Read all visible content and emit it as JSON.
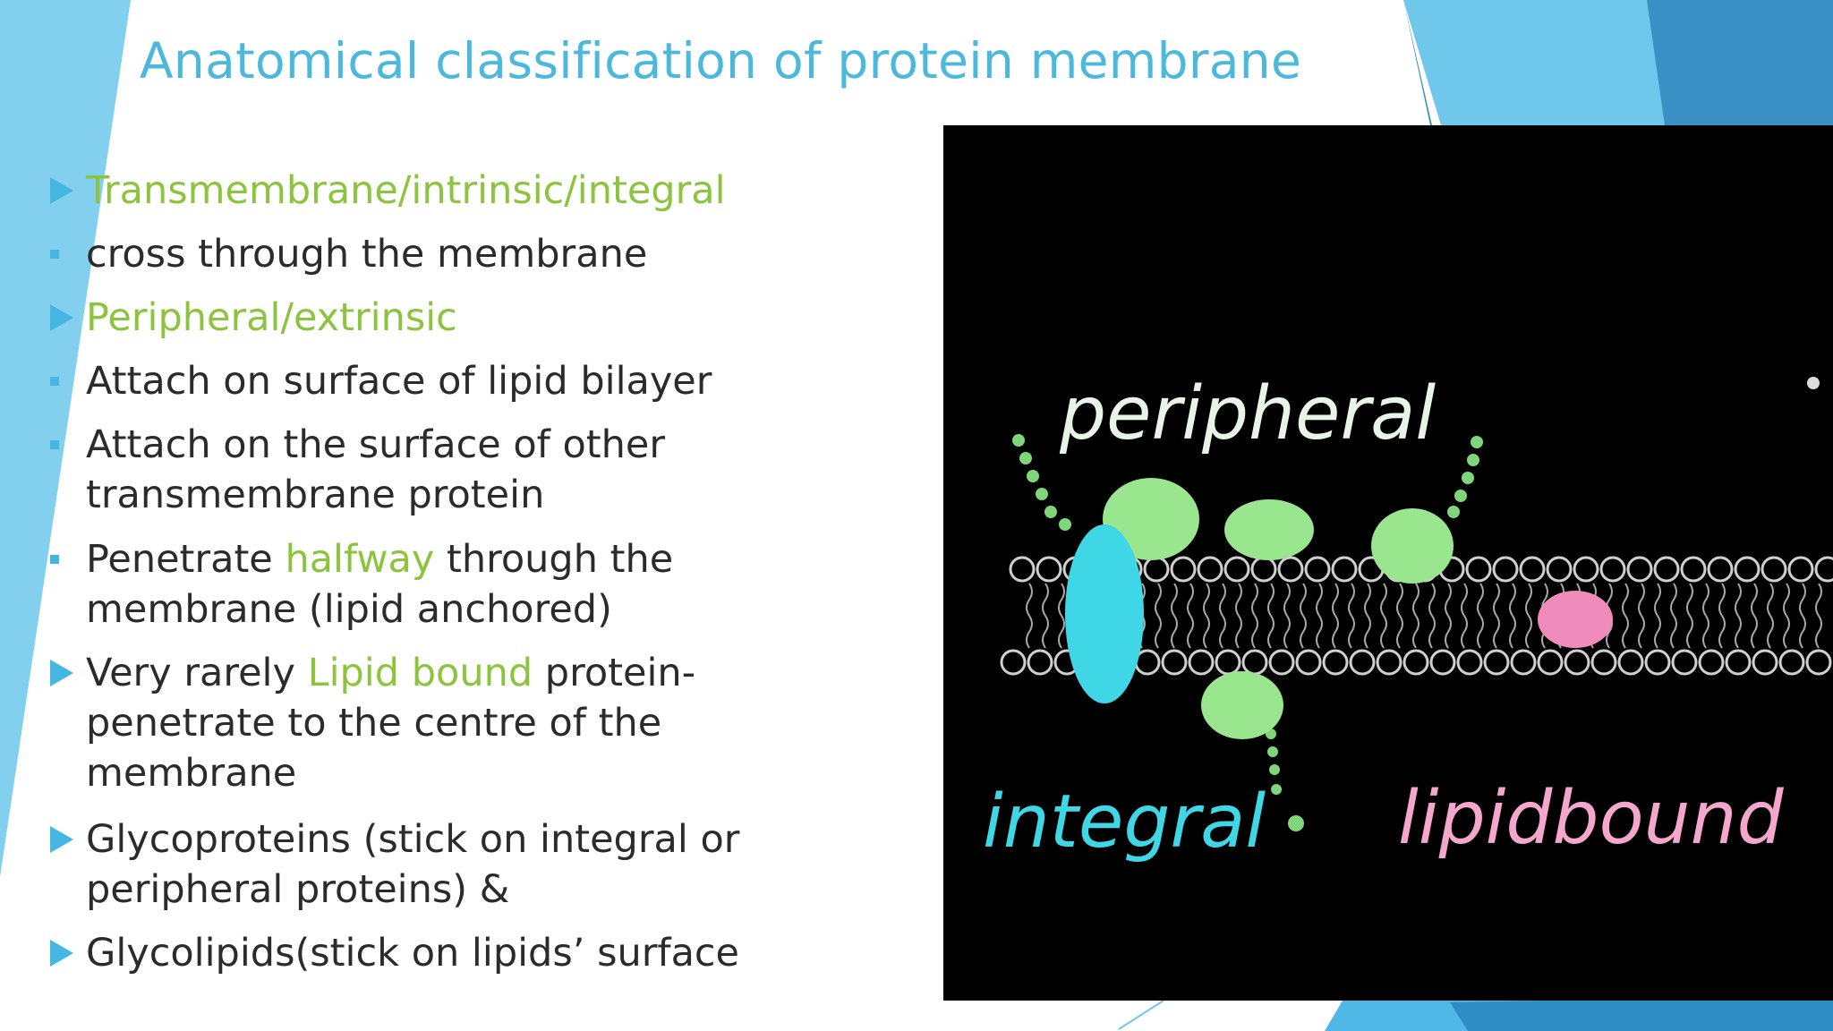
{
  "slide": {
    "title": "Anatomical classification of protein membrane",
    "bullets": [
      {
        "marker": "triangle",
        "lines": [
          [
            {
              "text": "Transmembrane/intrinsic/integral",
              "highlight": true
            }
          ]
        ]
      },
      {
        "marker": "square",
        "lines": [
          [
            {
              "text": "cross through the membrane",
              "highlight": false
            }
          ]
        ]
      },
      {
        "marker": "triangle",
        "lines": [
          [
            {
              "text": "Peripheral/extrinsic",
              "highlight": true
            }
          ]
        ]
      },
      {
        "marker": "square",
        "lines": [
          [
            {
              "text": "Attach on surface of lipid bilayer",
              "highlight": false
            }
          ]
        ]
      },
      {
        "marker": "square",
        "lines": [
          [
            {
              "text": "Attach on the surface of other",
              "highlight": false
            }
          ],
          [
            {
              "text": "transmembrane  protein",
              "highlight": false
            }
          ]
        ]
      },
      {
        "marker": "square",
        "lines": [
          [
            {
              "text": "Penetrate ",
              "highlight": false
            },
            {
              "text": "halfway",
              "highlight": true
            },
            {
              "text": " through the",
              "highlight": false
            }
          ],
          [
            {
              "text": "membrane (lipid anchored)",
              "highlight": false
            }
          ]
        ]
      },
      {
        "marker": "triangle",
        "lines": [
          [
            {
              "text": "Very rarely ",
              "highlight": false
            },
            {
              "text": "Lipid bound",
              "highlight": true
            },
            {
              "text": " protein-",
              "highlight": false
            }
          ],
          [
            {
              "text": "penetrate to the centre of the",
              "highlight": false
            }
          ],
          [
            {
              "text": "membrane",
              "highlight": false
            }
          ]
        ]
      },
      {
        "marker": "triangle",
        "lines": [
          [
            {
              "text": "Glycoproteins (stick on integral or",
              "highlight": false
            }
          ],
          [
            {
              "text": "peripheral proteins)  &",
              "highlight": false
            }
          ]
        ]
      },
      {
        "marker": "triangle",
        "lines": [
          [
            {
              "text": "Glycolipids(stick on lipids’   surface",
              "highlight": false
            }
          ]
        ]
      }
    ]
  },
  "figure": {
    "labels": {
      "peripheral": "peripheral",
      "integral": "integral",
      "lipid_bound": "lipidbound"
    }
  },
  "colors": {
    "title": "#4cb8dc",
    "highlight": "#8cc43e",
    "body_text": "#2b2b2b",
    "bullet": "#45b7e2",
    "peripheral_protein": "#9ae68e",
    "integral_protein": "#3fd6e6",
    "lipid_bound_protein": "#f08cbc"
  }
}
